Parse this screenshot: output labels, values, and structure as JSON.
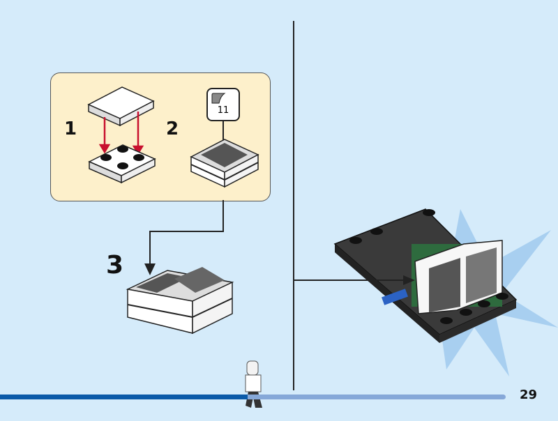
{
  "page": {
    "number": "29",
    "progress": 0.49
  },
  "submodel_panel": {
    "steps": [
      {
        "number": "1"
      },
      {
        "number": "2"
      }
    ],
    "parts_callout": {
      "quantity": "11"
    }
  },
  "main_step": {
    "number": "3"
  },
  "colors": {
    "background": "#d5ebfa",
    "panel": "#fdf0cb",
    "progress_done": "#0a5aa8",
    "progress_todo": "#86a8d8",
    "arrow_red": "#c8102e"
  }
}
